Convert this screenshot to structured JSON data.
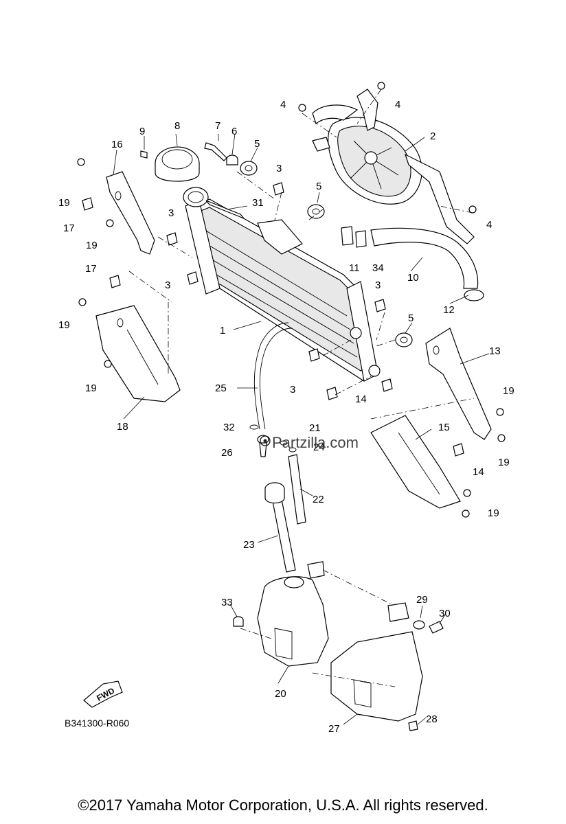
{
  "diagram": {
    "code": "B341300-R060",
    "fwd_label": "FWD",
    "watermark": "Partzilla.com",
    "callouts": [
      {
        "id": "c1",
        "text": "1"
      },
      {
        "id": "c2",
        "text": "2"
      },
      {
        "id": "c3a",
        "text": "3"
      },
      {
        "id": "c3b",
        "text": "3"
      },
      {
        "id": "c3c",
        "text": "3"
      },
      {
        "id": "c3d",
        "text": "3"
      },
      {
        "id": "c3e",
        "text": "3"
      },
      {
        "id": "c4a",
        "text": "4"
      },
      {
        "id": "c4b",
        "text": "4"
      },
      {
        "id": "c4c",
        "text": "4"
      },
      {
        "id": "c5a",
        "text": "5"
      },
      {
        "id": "c5b",
        "text": "5"
      },
      {
        "id": "c5c",
        "text": "5"
      },
      {
        "id": "c6",
        "text": "6"
      },
      {
        "id": "c7",
        "text": "7"
      },
      {
        "id": "c8",
        "text": "8"
      },
      {
        "id": "c9",
        "text": "9"
      },
      {
        "id": "c10",
        "text": "10"
      },
      {
        "id": "c11",
        "text": "11"
      },
      {
        "id": "c12",
        "text": "12"
      },
      {
        "id": "c13",
        "text": "13"
      },
      {
        "id": "c14a",
        "text": "14"
      },
      {
        "id": "c14b",
        "text": "14"
      },
      {
        "id": "c15",
        "text": "15"
      },
      {
        "id": "c16",
        "text": "16"
      },
      {
        "id": "c17a",
        "text": "17"
      },
      {
        "id": "c17b",
        "text": "17"
      },
      {
        "id": "c18",
        "text": "18"
      },
      {
        "id": "c19a",
        "text": "19"
      },
      {
        "id": "c19b",
        "text": "19"
      },
      {
        "id": "c19c",
        "text": "19"
      },
      {
        "id": "c19d",
        "text": "19"
      },
      {
        "id": "c19e",
        "text": "19"
      },
      {
        "id": "c19f",
        "text": "19"
      },
      {
        "id": "c19g",
        "text": "19"
      },
      {
        "id": "c20",
        "text": "20"
      },
      {
        "id": "c21",
        "text": "21"
      },
      {
        "id": "c22",
        "text": "22"
      },
      {
        "id": "c23",
        "text": "23"
      },
      {
        "id": "c24",
        "text": "24"
      },
      {
        "id": "c25",
        "text": "25"
      },
      {
        "id": "c26",
        "text": "26"
      },
      {
        "id": "c27",
        "text": "27"
      },
      {
        "id": "c28",
        "text": "28"
      },
      {
        "id": "c29",
        "text": "29"
      },
      {
        "id": "c30",
        "text": "30"
      },
      {
        "id": "c31",
        "text": "31"
      },
      {
        "id": "c32",
        "text": "32"
      },
      {
        "id": "c33",
        "text": "33"
      },
      {
        "id": "c34",
        "text": "34"
      }
    ]
  },
  "footer": {
    "copyright": "©2017 Yamaha Motor Corporation, U.S.A. All rights reserved."
  }
}
